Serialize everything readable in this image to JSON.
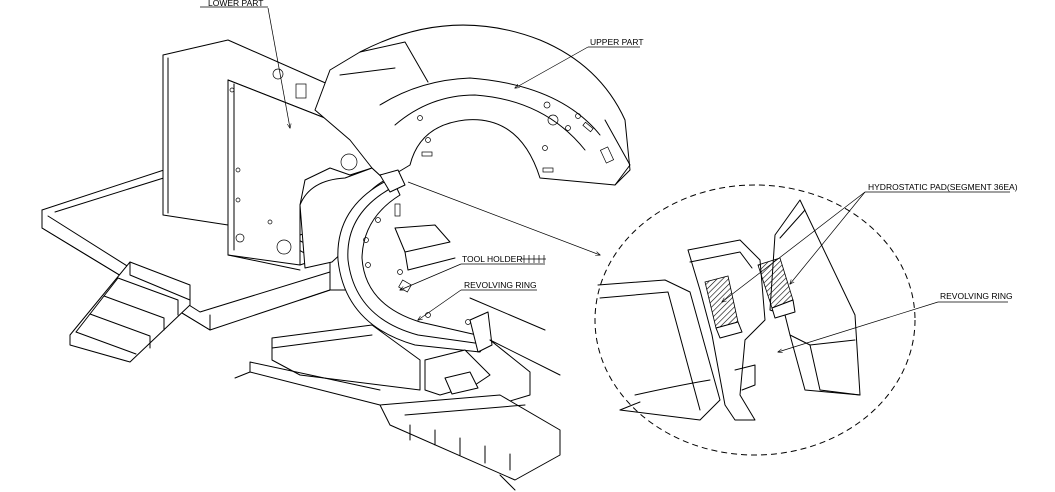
{
  "labels": {
    "lower_part": "LOWER PART",
    "upper_part": "UPPER PART",
    "hydrostatic_pad": "HYDROSTATIC PAD(SEGMENT 36EA)",
    "revolving_ring_detail": "REVOLVING RING",
    "tool_holder": "TOOL HOLDER",
    "revolving_ring_main": "REVOLVING RING"
  }
}
